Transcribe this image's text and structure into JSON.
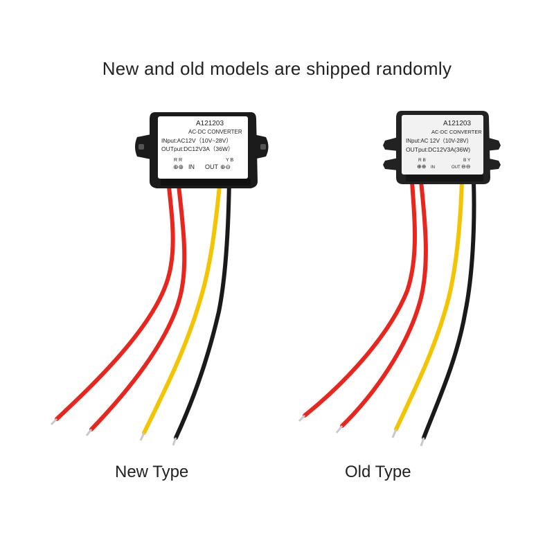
{
  "headline": "New and old models are shipped randomly",
  "products": [
    {
      "caption": "New Type",
      "model": "A121203",
      "type": "AC-DC  CONVERTER",
      "input": "INput:AC12V（10V~28V）",
      "output": "OUTput:DC12V3A（36W）",
      "in_marks": "R R",
      "in_label": "IN",
      "out_label": "OUT",
      "out_marks": "Y  B",
      "body_color": "#1b1b1b",
      "label_color": "#ffffff"
    },
    {
      "caption": "Old Type",
      "model": "A121203",
      "type": "AC-DC  CONVERTER",
      "input": "INput:AC 12V（10V-28V）",
      "output": "OUTput:DC12V3A(36W)",
      "in_marks": "R B",
      "in_label": "IN",
      "out_label": "OUT",
      "out_marks": "B Y",
      "body_color": "#222222",
      "label_color": "#f2f2f2"
    }
  ],
  "wire_colors": {
    "red": "#e8261d",
    "yellow": "#f5c400",
    "black": "#1a1a1a",
    "tip": "#c9c9c9"
  }
}
